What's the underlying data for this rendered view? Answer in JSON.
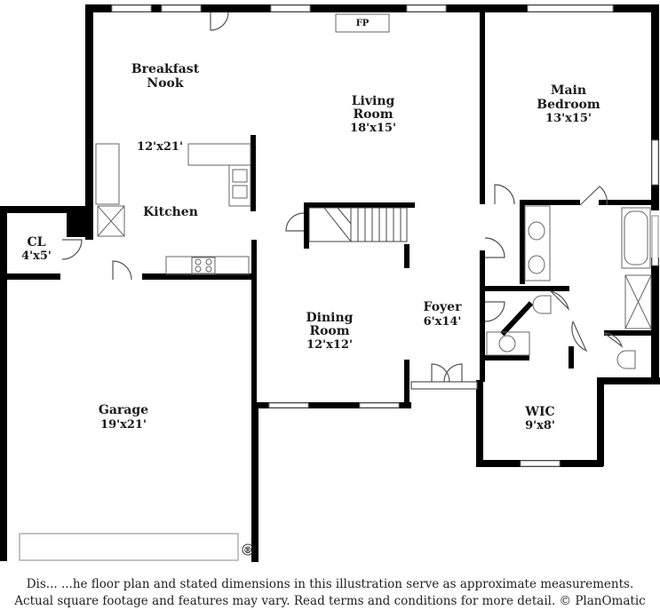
{
  "rooms": {
    "breakfast_nook": {
      "line1": "Breakfast",
      "line2": "Nook"
    },
    "living_room": {
      "line1": "Living",
      "line2": "Room",
      "dim": "18'x15'"
    },
    "main_bedroom": {
      "line1": "Main",
      "line2": "Bedroom",
      "dim": "13'x15'"
    },
    "kitchen": {
      "dim": "12'x21'",
      "label": "Kitchen"
    },
    "closet": {
      "label": "CL",
      "dim": "4'x5'"
    },
    "dining_room": {
      "line1": "Dining",
      "line2": "Room",
      "dim": "12'x12'"
    },
    "foyer": {
      "label": "Foyer",
      "dim": "6'x14'"
    },
    "garage": {
      "label": "Garage",
      "dim": "19'x21'"
    },
    "wic": {
      "label": "WIC",
      "dim": "9'x8'"
    }
  },
  "fireplace_label": "FP",
  "registered_mark": "®",
  "disclaimer": {
    "line1": "Dis... ...he floor plan and stated dimensions in this illustration serve as approximate measurements.",
    "line2": "Actual square footage and features may vary. Read terms and conditions for more detail. © PlanOmatic"
  }
}
